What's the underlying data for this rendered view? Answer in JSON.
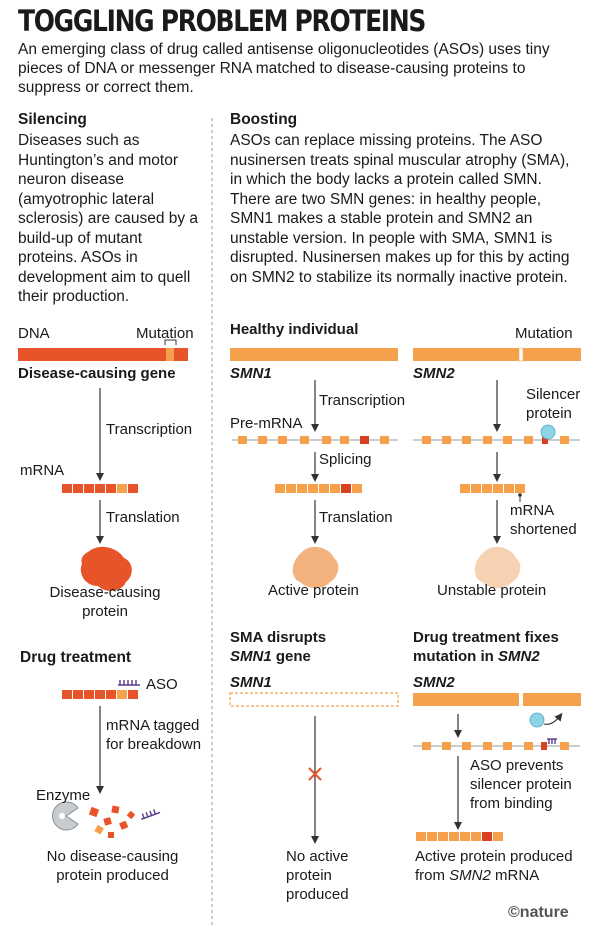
{
  "title": "TOGGLING PROBLEM PROTEINS",
  "intro": "An emerging class of drug called antisense oligonucleotides (ASOs) uses tiny pieces of DNA or messenger RNA matched to disease-causing proteins to suppress or correct them.",
  "colors": {
    "dark_orange": "#e8542a",
    "light_orange": "#f5a04a",
    "red_mark": "#d9401f",
    "purple": "#5a3a8a",
    "cyan": "#8fd3e8",
    "gray": "#666666",
    "protein_active": "#f4b37e",
    "protein_unstable": "#f7d2b2",
    "protein_disease": "#e8542a"
  },
  "silencing": {
    "heading": "Silencing",
    "body": "Diseases such as Huntington’s and motor neuron disease (amyotrophic lateral sclerosis) are caused by a build-up of mutant proteins. ASOs in development aim to quell their production.",
    "dna_label": "DNA",
    "mutation_label": "Mutation",
    "gene_label": "Disease-causing gene",
    "transcription_label": "Transcription",
    "mrna_label": "mRNA",
    "translation_label": "Translation",
    "protein_label": "Disease-causing protein",
    "drug_heading": "Drug treatment",
    "aso_label": "ASO",
    "tagged_label": "mRNA tagged for breakdown",
    "enzyme_label": "Enzyme",
    "result_label": "No disease-causing protein produced"
  },
  "boosting": {
    "heading": "Boosting",
    "body": "ASOs can replace missing proteins. The ASO nusinersen treats spinal muscular atrophy (SMA), in which the body lacks a protein called SMN. There are two SMN genes: in healthy people, SMN1 makes a stable protein and SMN2 an unstable version. In people with SMA, SMN1 is disrupted. Nusinersen makes up for this by acting on SMN2 to stabilize its normally inactive protein.",
    "healthy_heading": "Healthy individual",
    "mutation_label": "Mutation",
    "smn1_label": "SMN1",
    "smn2_label": "SMN2",
    "transcription_label": "Transcription",
    "premrna_label": "Pre-mRNA",
    "silencer_label": "Silencer protein",
    "splicing_label": "Splicing",
    "translation_label": "Translation",
    "mrna_shortened_label": "mRNA shortened",
    "active_protein_label": "Active protein",
    "unstable_protein_label": "Unstable protein",
    "sma_heading_line1": "SMA disrupts",
    "sma_heading_line2": "SMN1",
    "sma_heading_line2_suffix": "gene",
    "fix_heading_line1": "Drug treatment fixes",
    "fix_heading_line2_prefix": "mutation in",
    "fix_heading_line2": "SMN2",
    "no_active_label": "No active protein produced",
    "aso_prevents_label": "ASO prevents silencer protein from binding",
    "active_from_label_prefix": "Active protein produced from",
    "active_from_label_gene": "SMN2",
    "active_from_label_suffix": "mRNA"
  },
  "credit": "©nature"
}
